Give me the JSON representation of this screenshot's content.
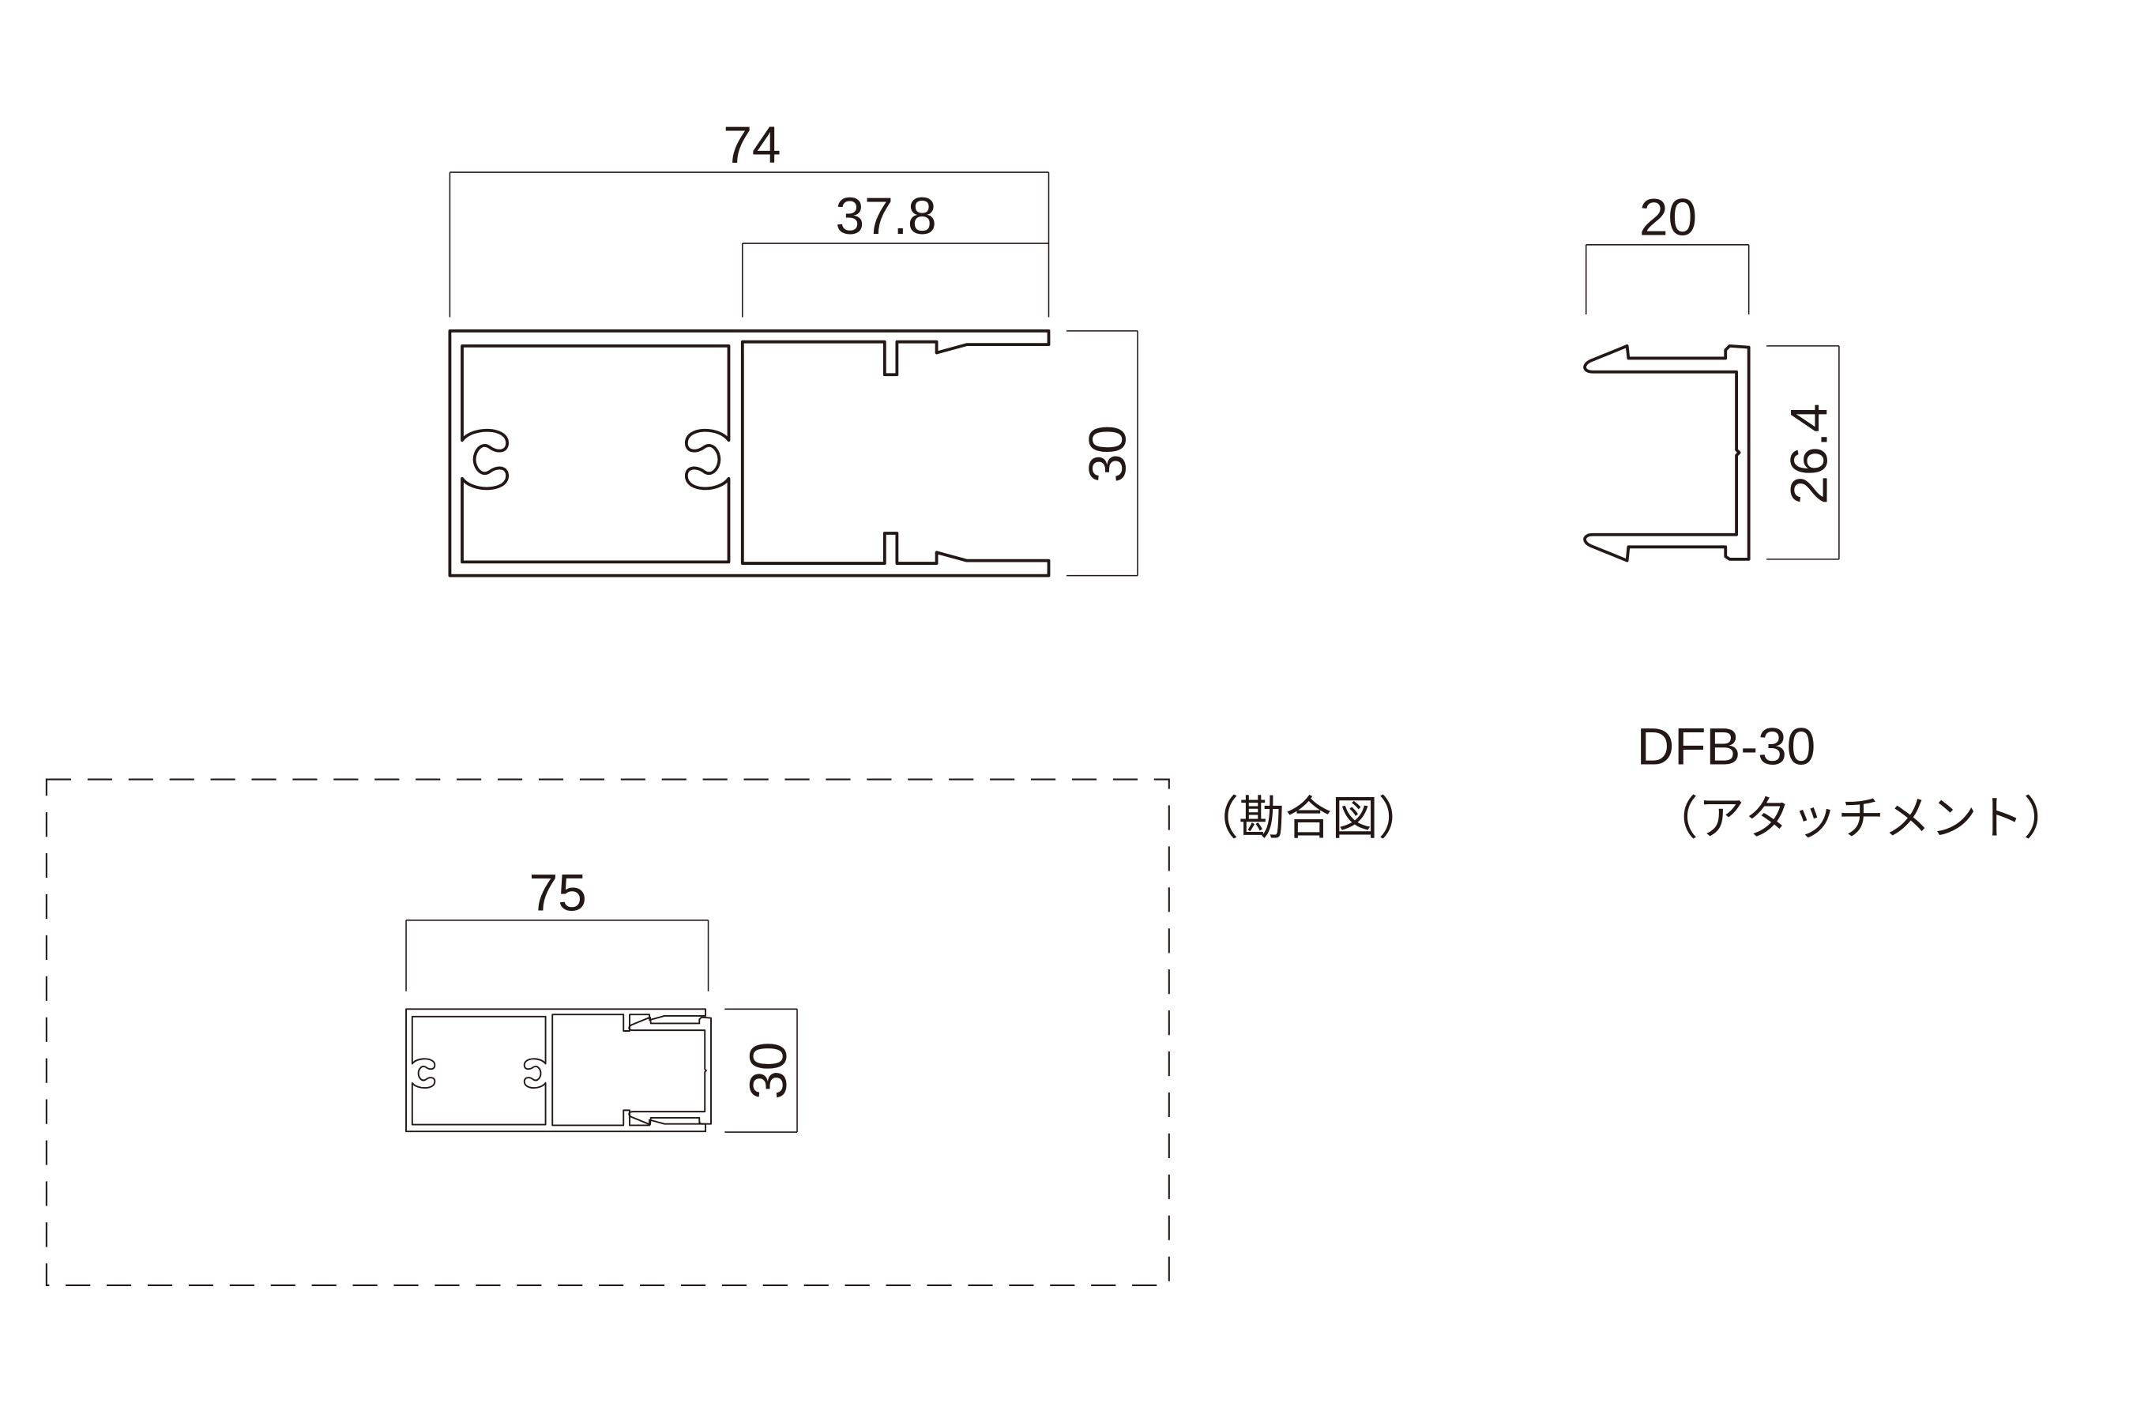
{
  "main_profile": {
    "dim_overall_width": "74",
    "dim_partial_width": "37.8",
    "dim_height": "30"
  },
  "attachment": {
    "dim_width": "20",
    "dim_height": "26.4",
    "model": "DFB-30",
    "caption": "（アタッチメント）"
  },
  "assembly": {
    "caption": "（勘合図）",
    "dim_width": "75",
    "dim_height": "30"
  },
  "colors": {
    "line": "#231815"
  }
}
